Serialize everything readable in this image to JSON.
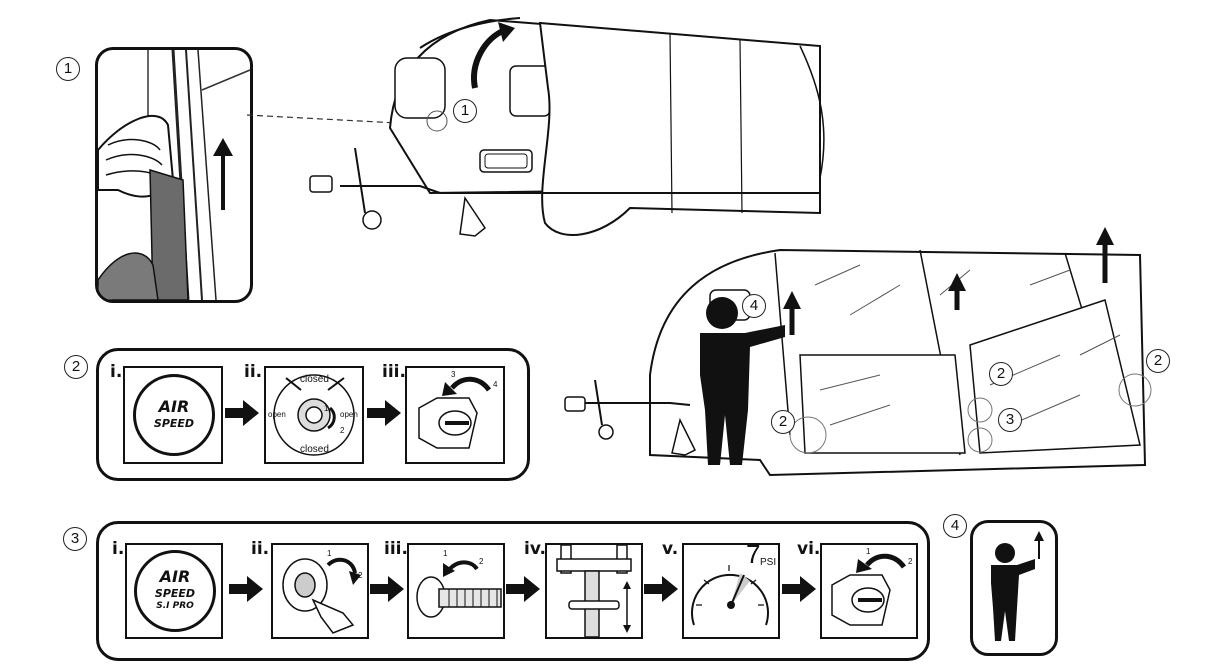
{
  "callouts": {
    "step1": "1",
    "step2": "2",
    "step3": "3",
    "step4": "4",
    "caravan_top_1": "1",
    "caravan_bottom_2a": "2",
    "caravan_bottom_2b": "2",
    "caravan_bottom_2c": "2",
    "caravan_bottom_3": "3",
    "caravan_bottom_4": "4"
  },
  "panel2": {
    "labels": [
      "i.",
      "ii.",
      "iii."
    ],
    "logo_line1": "AIR",
    "logo_line2": "SPEED",
    "valve_top": "closed",
    "valve_left": "open",
    "valve_bottom": "closed",
    "valve_right": "open",
    "valve_marks": [
      "1",
      "2"
    ],
    "cap_marks": [
      "3",
      "4"
    ]
  },
  "panel3": {
    "labels": [
      "i.",
      "ii.",
      "iii.",
      "iv.",
      "v.",
      "vi."
    ],
    "logo_line1": "AIR",
    "logo_line2": "SPEED",
    "logo_line3": "S.I PRO",
    "rotate_marks_ii": [
      "1",
      "2"
    ],
    "rotate_marks_iii": [
      "1",
      "2"
    ],
    "gauge_value": "7",
    "gauge_unit": "PSI",
    "rotate_marks_vi": [
      "1",
      "2"
    ]
  },
  "icons": [
    "arrow-right-icon",
    "person-pointing-icon",
    "caravan-illustration",
    "hand-pulling-illustration",
    "pressure-gauge-icon",
    "pump-hose-icon",
    "valve-cap-icon"
  ]
}
